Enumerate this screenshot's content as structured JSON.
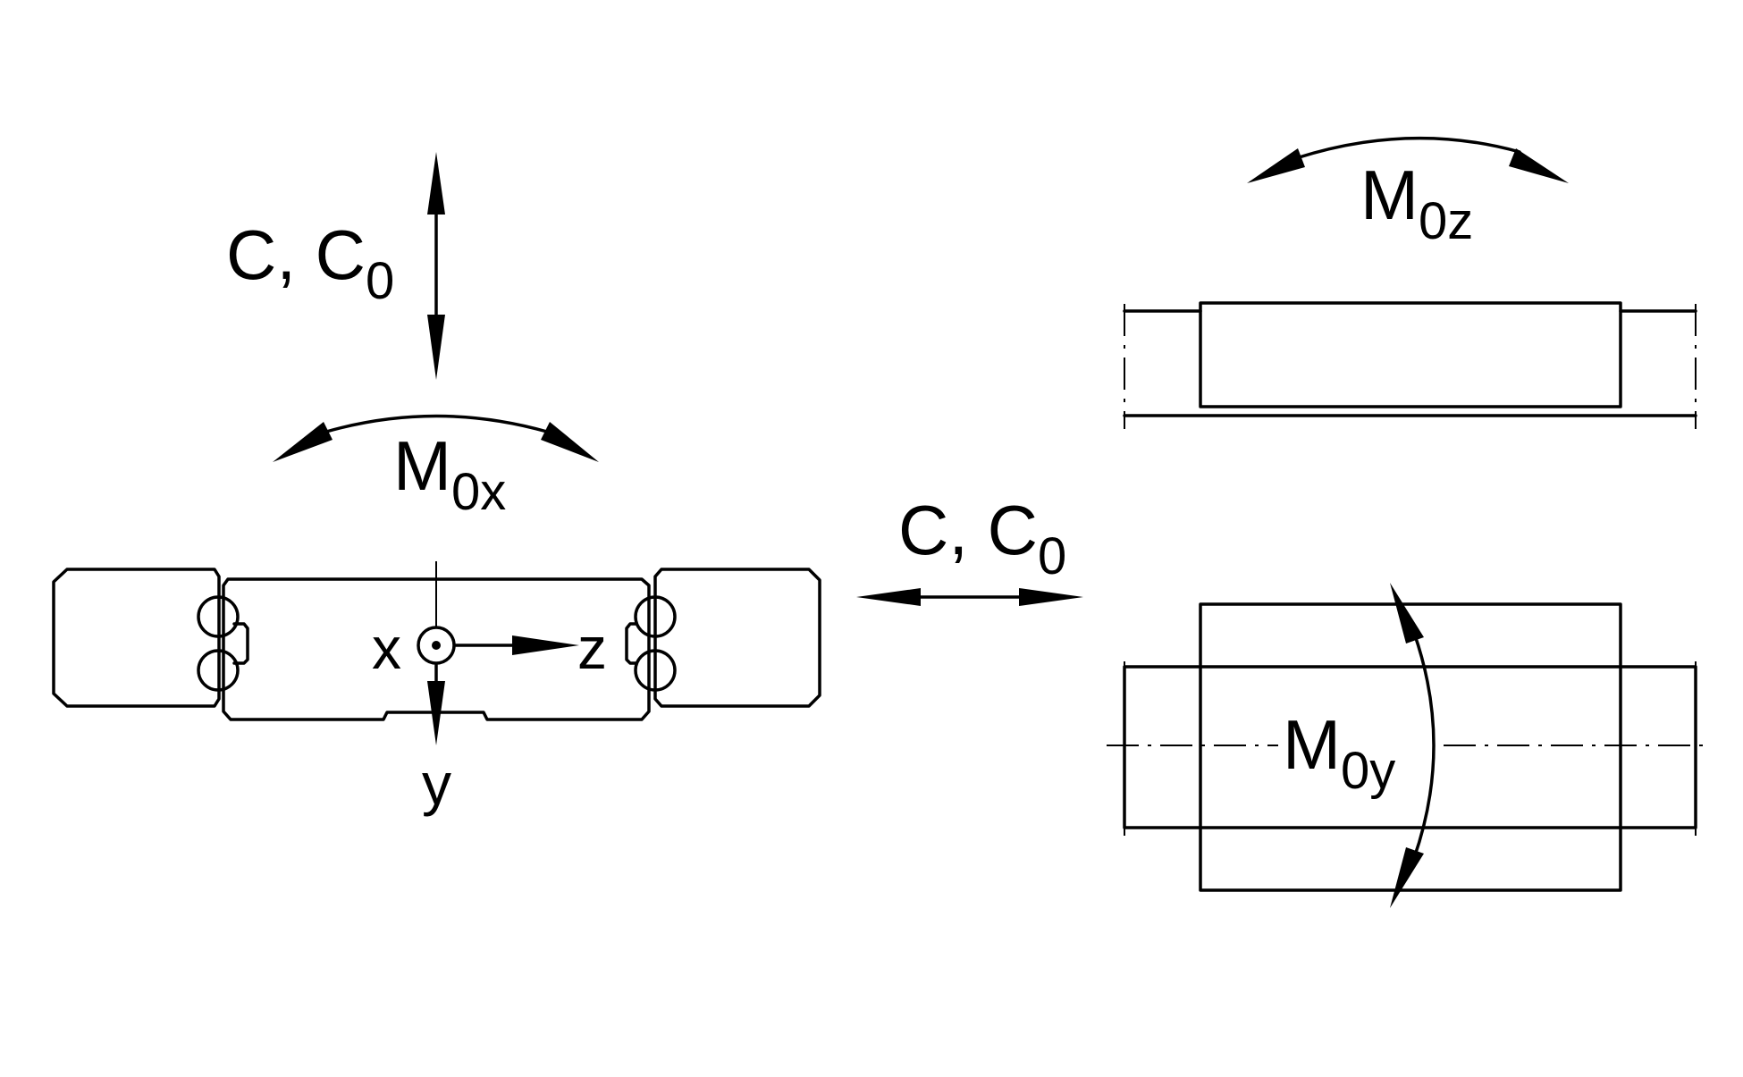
{
  "labels": {
    "c_vertical": {
      "main": "C, C",
      "sub": "0"
    },
    "c_horizontal": {
      "main": "C, C",
      "sub": "0"
    },
    "m0x": {
      "main": "M",
      "sub": "0x"
    },
    "m0z": {
      "main": "M",
      "sub": "0z"
    },
    "m0y": {
      "main": "M",
      "sub": "0y"
    },
    "axis_x": "x",
    "axis_y": "y",
    "axis_z": "z"
  }
}
